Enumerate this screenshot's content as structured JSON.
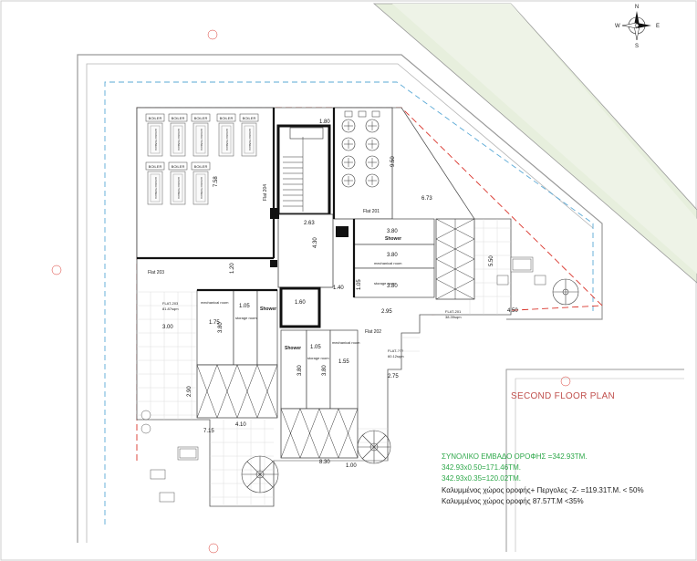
{
  "plan_title": "SECOND FLOOR PLAN",
  "compass": {
    "n": "N",
    "s": "S",
    "e": "E",
    "w": "W"
  },
  "flats": {
    "flat_201": "Flat 201",
    "flat_202": "Flat 202",
    "flat_203": "Flat 203",
    "flat_204": "Flat 204",
    "flat_203_area_name": "FLAT-203",
    "flat_203_area": "81.87sqm",
    "flat_201_area_name": "FLAT-201",
    "flat_201_area": "38.39sqm",
    "flat_202_area_name": "FLAT-???",
    "flat_202_area": "60.12sqm"
  },
  "rooms": {
    "shower_1": "Shower",
    "shower_2": "Shower",
    "shower_3": "Shower",
    "mech_1": "mechanical room",
    "mech_2": "mechanical room",
    "mech_3": "mechanical room",
    "storage_1": "storage room",
    "storage_2": "storage room",
    "storage_3": "storage room"
  },
  "boiler_label": "BOILER",
  "solar_label": "ΗΛΙΑΚΑ ΠΑΝΕΛΑ",
  "dimensions": {
    "d380a": "3.80",
    "d380b": "3.80",
    "d380c": "3.80",
    "d175": "1.75",
    "d105a": "1.05",
    "d105b": "1.05",
    "d155": "1.55",
    "d380d": "3.80",
    "d380e": "3.80",
    "d380f": "3.80",
    "d263": "2.63",
    "d430": "4.30",
    "d160": "1.60",
    "d140": "1.40",
    "d295": "2.95",
    "d275": "2.75",
    "d410": "4.10",
    "d715": "7.15",
    "d290": "2.90",
    "d950": "9.50",
    "d673": "6.73",
    "d550": "5.50",
    "d758": "7.58",
    "d120": "1.20",
    "d105c": "1.05",
    "d830": "8.30",
    "d450": "4.50",
    "d300": "3.00",
    "d180": "1.80",
    "d100": "1.00"
  },
  "stats": {
    "line1": "ΣΥΝΟΛΙΚΟ ΕΜΒΑΔΟ ΟΡΟΦΗΣ =342.93ΤΜ.",
    "line2": "342.93x0.50=171.46ΤΜ.",
    "line3": "342.93x0.35=120.02ΤΜ.",
    "line4": "Καλυμμένος χώρος οροφής+ Περγολες  -Ζ- =119.31Τ.Μ. < 50%",
    "line5": "Καλυμμένος χώρος οροφής  87.57Τ.Μ <35%"
  },
  "colors": {
    "wall": "#111111",
    "boundary_red": "#d9342b",
    "boundary_blue": "#5aa9d6",
    "title_red": "#c0504d",
    "stat_green": "#2ea84a",
    "road": "#e8efe0"
  }
}
